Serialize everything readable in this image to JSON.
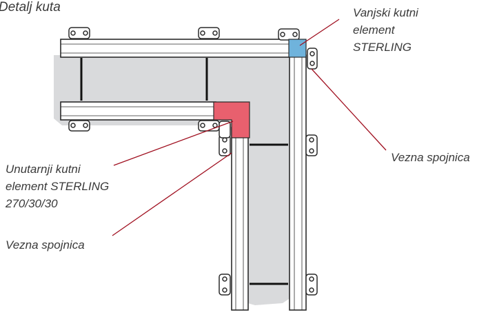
{
  "title": "Detalj kuta",
  "labels": {
    "outer_corner": [
      "Vanjski kutni",
      "element",
      "STERLING"
    ],
    "inner_corner": [
      "Unutarnji kutni",
      "element STERLING",
      "270/30/30"
    ],
    "connector_left": "Vezna spojnica",
    "connector_right": "Vezna spojnica"
  },
  "colors": {
    "outer_corner_fill": "#6fb3dc",
    "inner_corner_fill": "#e8606e",
    "leader_line": "#a01020",
    "concrete": "#d9dadc",
    "formwork": "#ffffff",
    "outline": "#2a2a2a",
    "text": "#3a3a3a"
  }
}
